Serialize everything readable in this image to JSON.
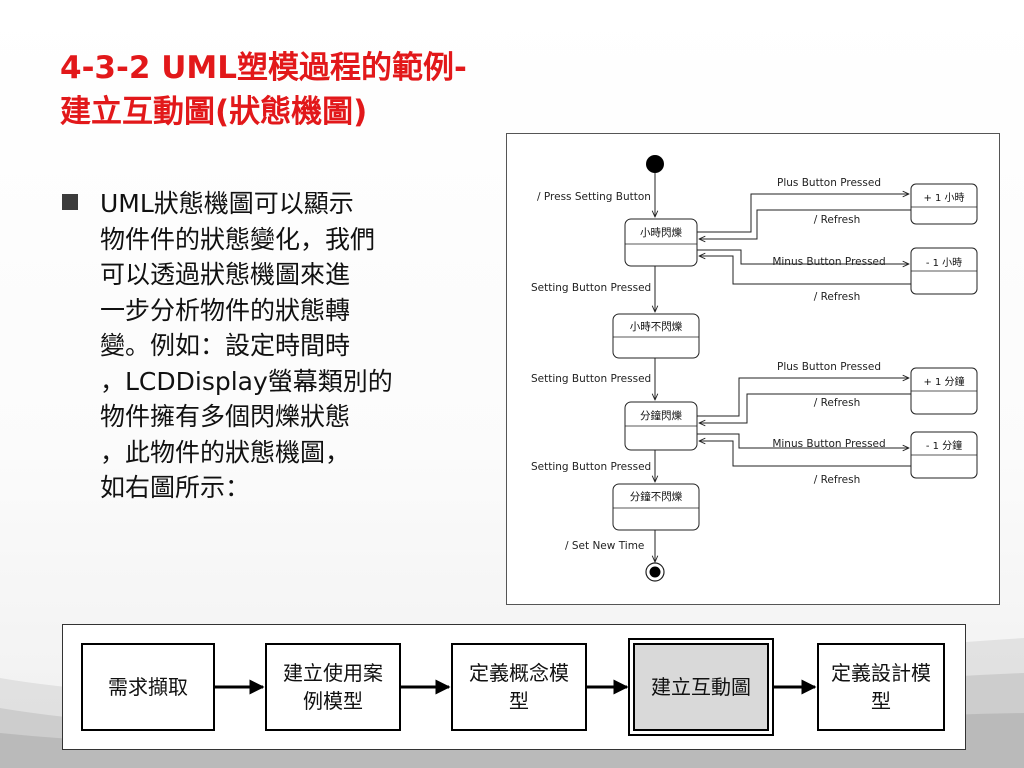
{
  "slide": {
    "title_line1": "4-3-2 UML塑模過程的範例-",
    "title_line2": "建立互動圖(狀態機圖)",
    "bullet_lines": [
      "UML狀態機圖可以顯示",
      "物件件的狀態變化，我們",
      "可以透過狀態機圖來進",
      "一步分析物件的狀態轉",
      "變。例如：設定時間時",
      "，LCDDisplay螢幕類別的",
      "物件擁有多個閃爍狀態",
      "，此物件的狀態機圖，",
      "如右圖所示："
    ]
  },
  "state_machine": {
    "states": [
      "小時閃爍",
      "小時不閃爍",
      "分鐘閃爍",
      "分鐘不閃爍"
    ],
    "side_states": [
      "+ 1 小時",
      "- 1 小時",
      "+ 1 分鐘",
      "- 1 分鐘"
    ],
    "labels": {
      "press_setting": "/ Press Setting Button",
      "setting_pressed": "Setting Button Pressed",
      "set_new_time": "/ Set New Time",
      "plus_pressed": "Plus Button Pressed",
      "minus_pressed": "Minus Button Pressed",
      "refresh": "/ Refresh"
    }
  },
  "flow": {
    "steps": [
      {
        "line1": "需求擷取",
        "line2": ""
      },
      {
        "line1": "建立使用案",
        "line2": "例模型"
      },
      {
        "line1": "定義概念模",
        "line2": "型"
      },
      {
        "line1": "建立互動圖",
        "line2": ""
      },
      {
        "line1": "定義設計模",
        "line2": "型"
      }
    ]
  }
}
